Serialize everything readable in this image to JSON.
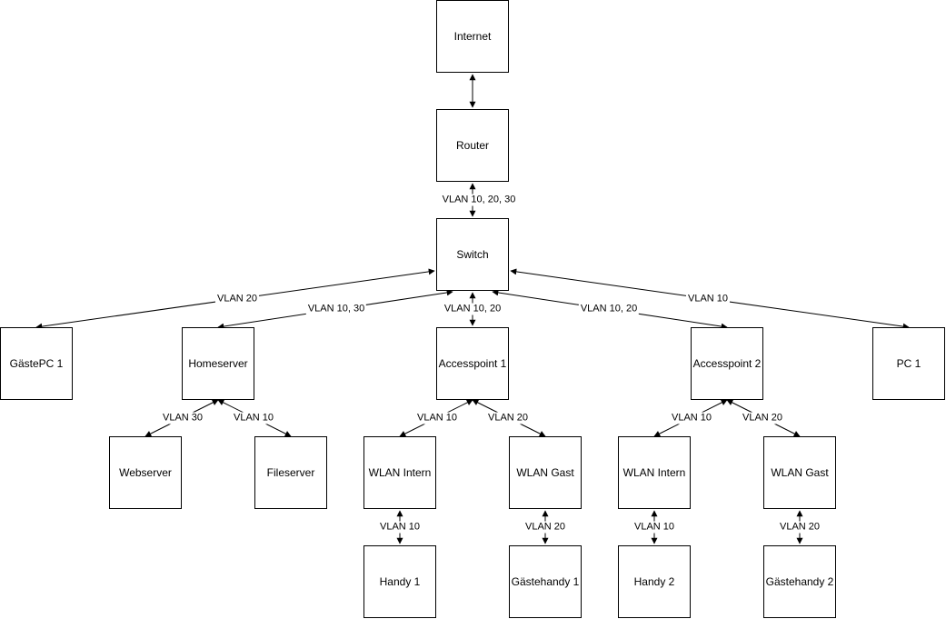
{
  "nodes": {
    "internet": "Internet",
    "router": "Router",
    "switch": "Switch",
    "gaestepc1": "GästePC 1",
    "homeserver": "Homeserver",
    "accesspoint1": "Accesspoint 1",
    "accesspoint2": "Accesspoint 2",
    "pc1": "PC 1",
    "webserver": "Webserver",
    "fileserver": "Fileserver",
    "wlan_intern_1": "WLAN Intern",
    "wlan_gast_1": "WLAN Gast",
    "wlan_intern_2": "WLAN Intern",
    "wlan_gast_2": "WLAN Gast",
    "handy1": "Handy 1",
    "gaestehandy1": "Gästehandy 1",
    "handy2": "Handy 2",
    "gaestehandy2": "Gästehandy 2"
  },
  "edges": {
    "router_switch": "VLAN 10, 20, 30",
    "switch_gaestepc1": "VLAN 20",
    "switch_homeserver": "VLAN 10, 30",
    "switch_ap1": "VLAN 10, 20",
    "switch_ap2": "VLAN 10, 20",
    "switch_pc1": "VLAN 10",
    "homeserver_webserver": "VLAN 30",
    "homeserver_fileserver": "VLAN 10",
    "ap1_wlan_intern": "VLAN 10",
    "ap1_wlan_gast": "VLAN 20",
    "ap2_wlan_intern": "VLAN 10",
    "ap2_wlan_gast": "VLAN 20",
    "wlan_intern1_handy1": "VLAN 10",
    "wlan_gast1_gaestehandy1": "VLAN 20",
    "wlan_intern2_handy2": "VLAN 10",
    "wlan_gast2_gaestehandy2": "VLAN 20"
  }
}
